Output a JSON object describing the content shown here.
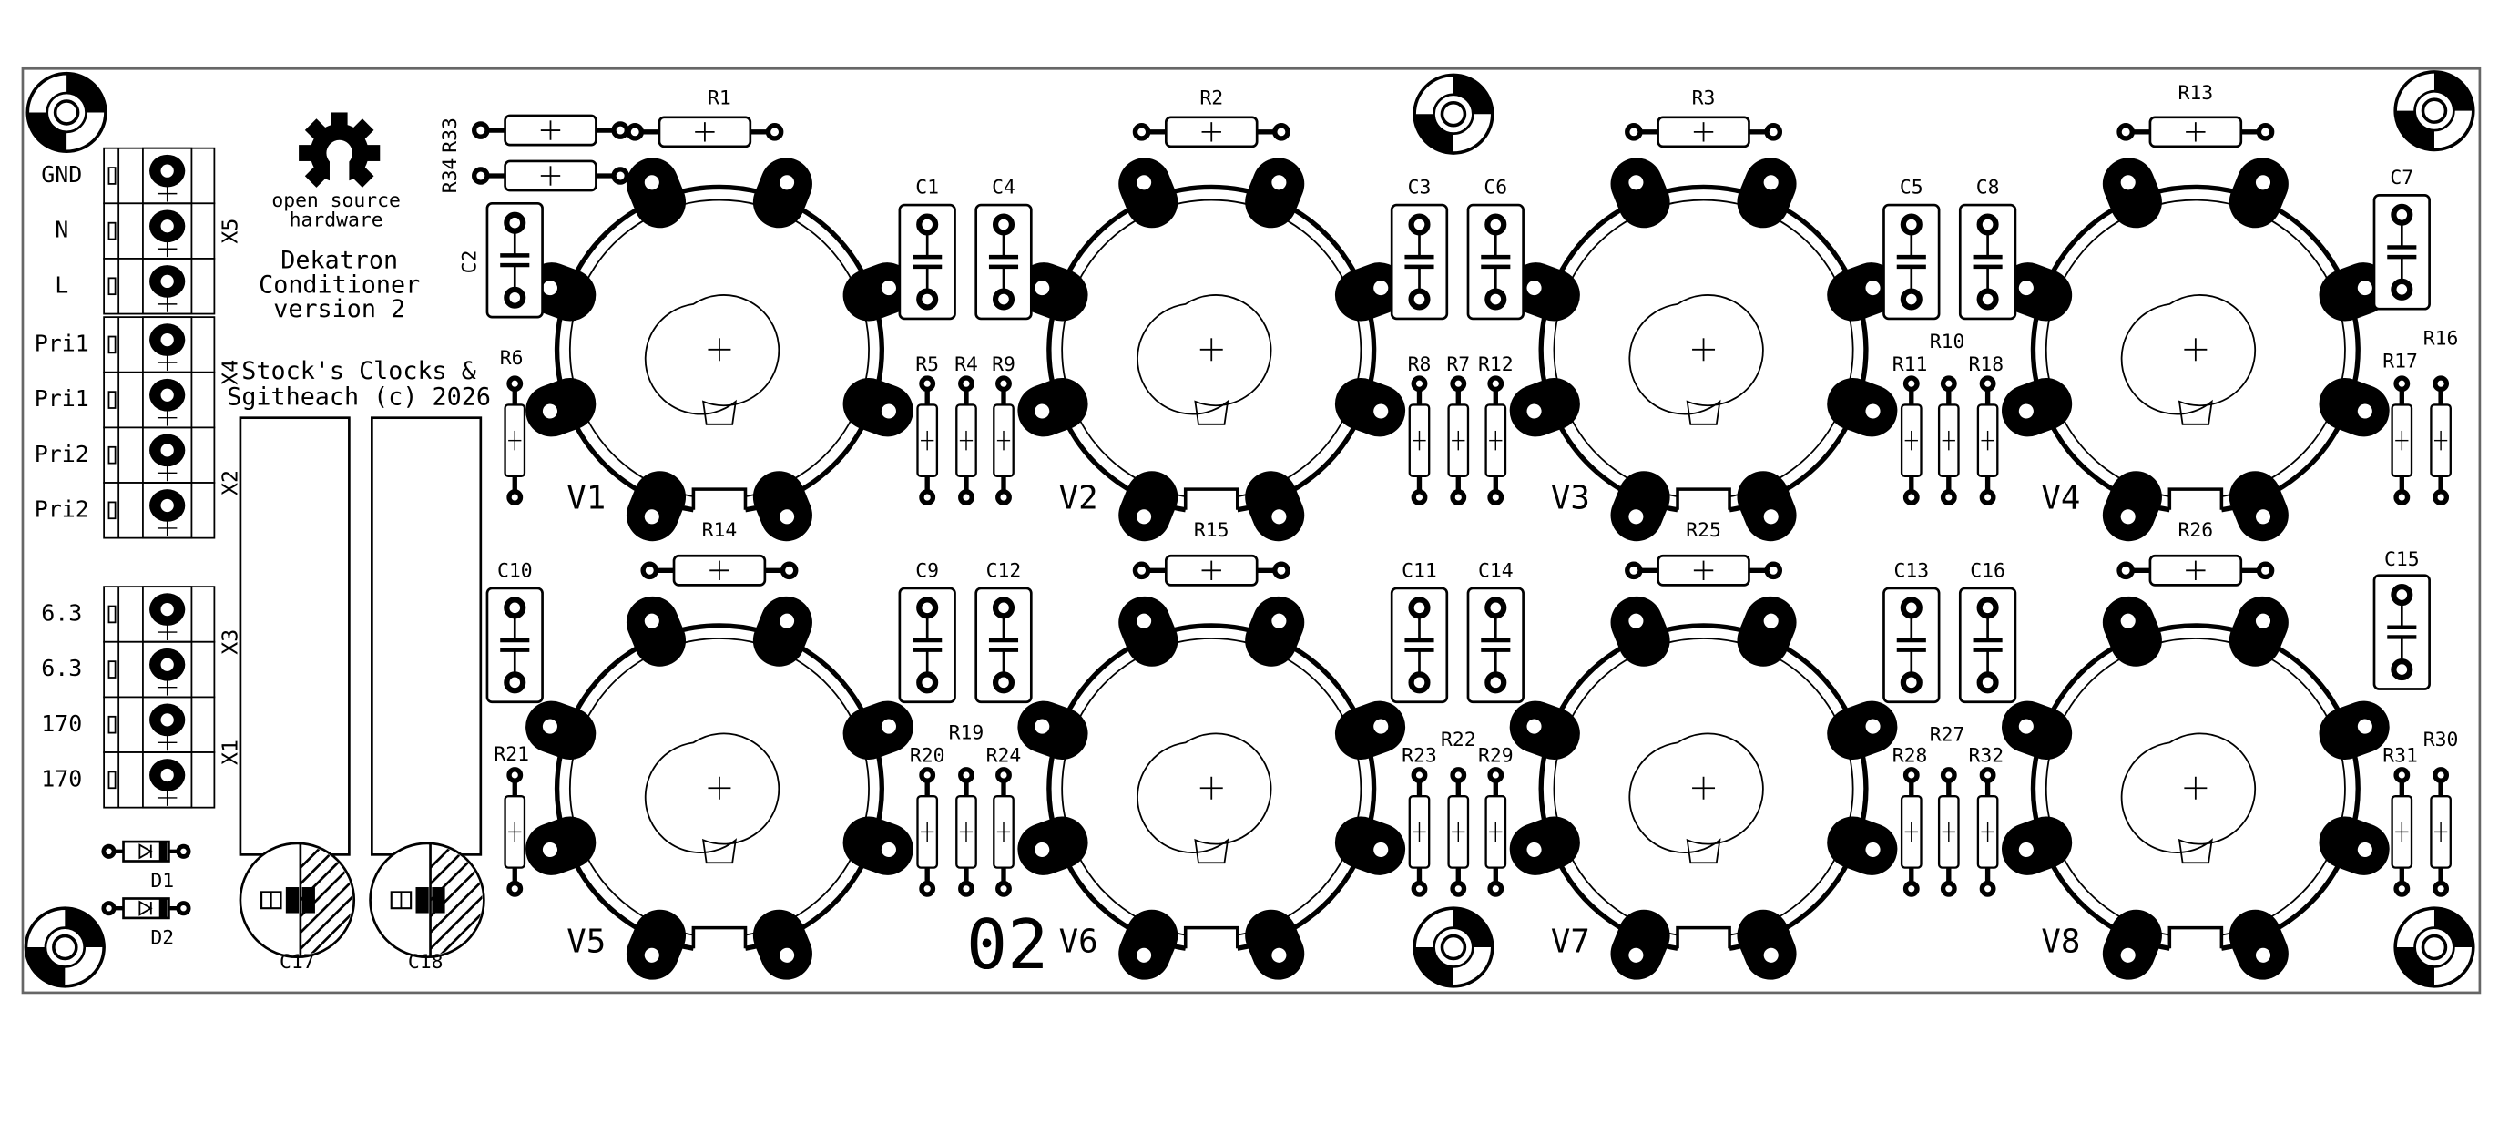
{
  "board": {
    "logo_line1": "open source",
    "logo_line2": "hardware",
    "title_lines": [
      "Dekatron",
      "Conditioner",
      "version 2"
    ],
    "credit_lines": [
      "Stock's Clocks &",
      "Sgitheach (c) 2026"
    ],
    "revision": "02"
  },
  "connector_labels": {
    "gnd": "GND",
    "n": "N",
    "l": "L",
    "pri1_a": "Pri1",
    "pri1_b": "Pri1",
    "pri2_a": "Pri2",
    "pri2_b": "Pri2",
    "v63_a": "6.3",
    "v63_b": "6.3",
    "v170_a": "170",
    "v170_b": "170"
  },
  "connectors": {
    "x5": "X5",
    "x4": "X4",
    "x2": "X2",
    "x3": "X3",
    "x1": "X1"
  },
  "diodes": {
    "d1": "D1",
    "d2": "D2"
  },
  "electrolytics": {
    "c17": "C17",
    "c18": "C18"
  },
  "tubes": [
    "V1",
    "V2",
    "V3",
    "V4",
    "V5",
    "V6",
    "V7",
    "V8"
  ],
  "resistors": {
    "r1": "R1",
    "r2": "R2",
    "r3": "R3",
    "r13": "R13",
    "r14": "R14",
    "r15": "R15",
    "r25": "R25",
    "r26": "R26",
    "r33": "R33",
    "r34": "R34",
    "r6": "R6",
    "r5": "R5",
    "r4": "R4",
    "r9": "R9",
    "r8": "R8",
    "r7": "R7",
    "r12": "R12",
    "r10": "R10",
    "r11": "R11",
    "r18": "R18",
    "r16": "R16",
    "r17": "R17",
    "r21": "R21",
    "r19": "R19",
    "r20": "R20",
    "r24": "R24",
    "r22": "R22",
    "r23": "R23",
    "r29": "R29",
    "r27": "R27",
    "r28": "R28",
    "r32": "R32",
    "r30": "R30",
    "r31": "R31"
  },
  "capacitors": {
    "c1": "C1",
    "c2": "C2",
    "c3": "C3",
    "c4": "C4",
    "c5": "C5",
    "c6": "C6",
    "c7": "C7",
    "c8": "C8",
    "c9": "C9",
    "c10": "C10",
    "c11": "C11",
    "c12": "C12",
    "c13": "C13",
    "c14": "C14",
    "c15": "C15",
    "c16": "C16"
  }
}
